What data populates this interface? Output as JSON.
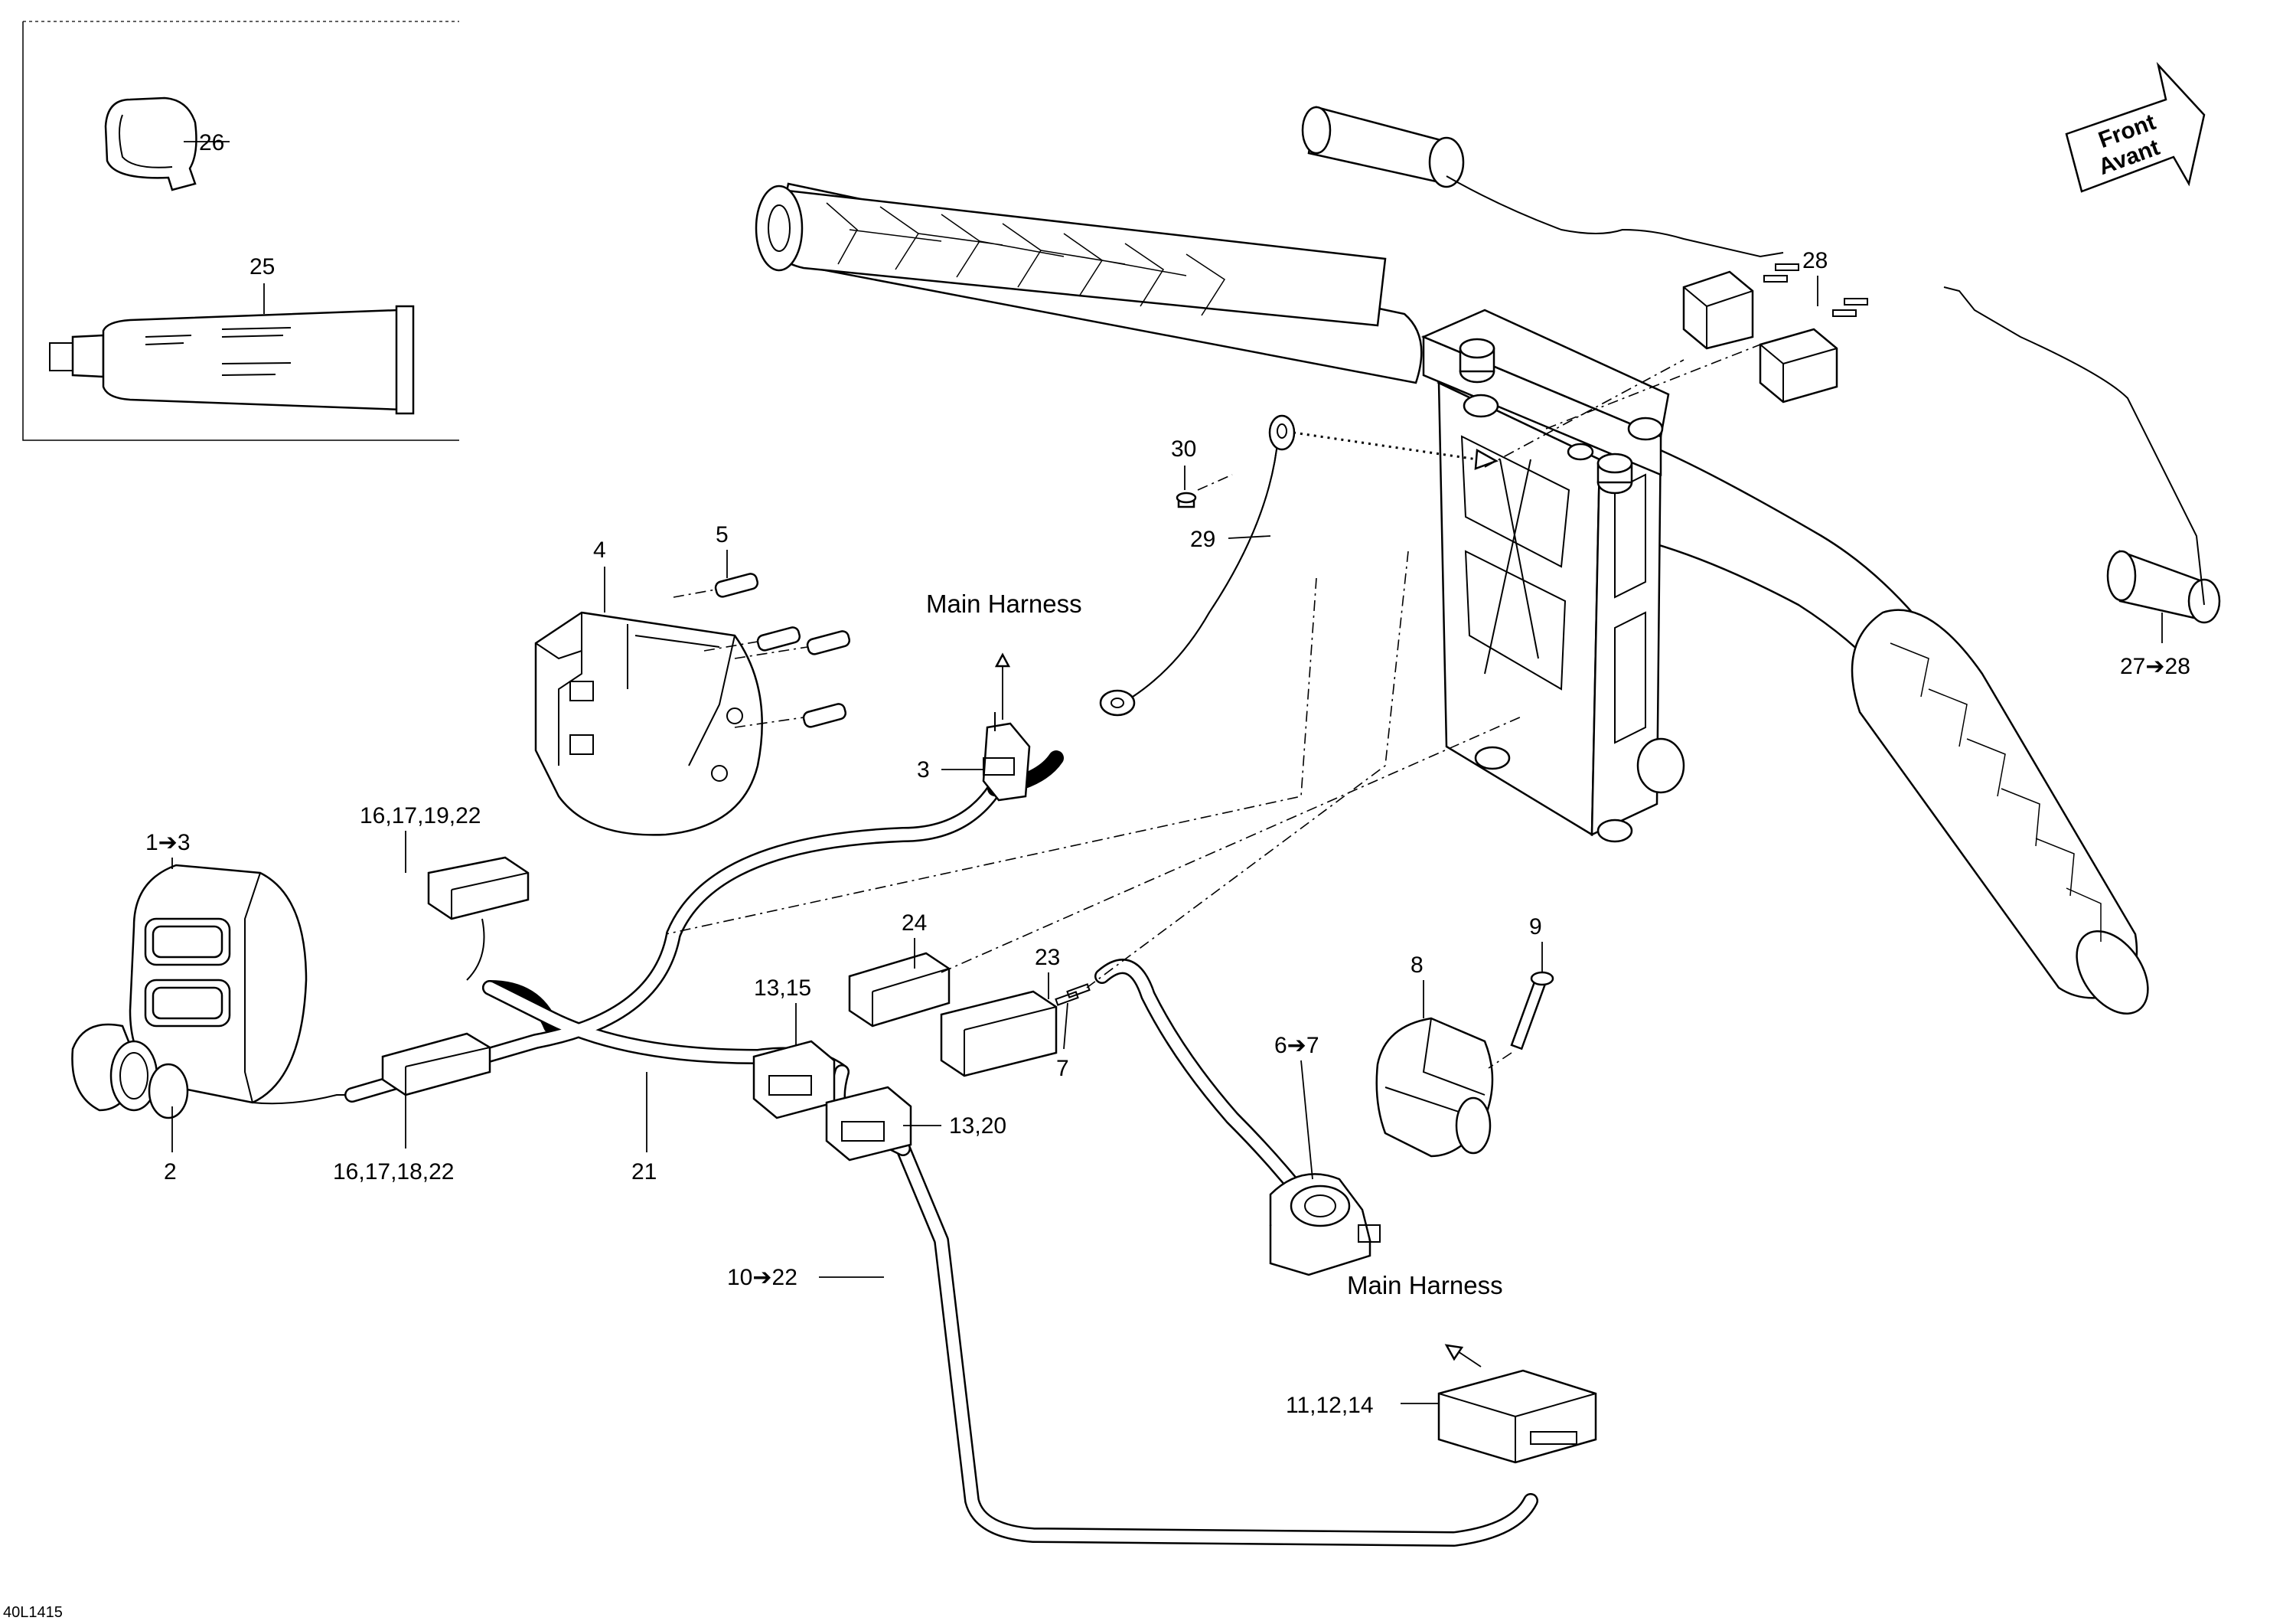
{
  "drawing_id": "40L1415",
  "headings": {
    "main_harness_top": "Main Harness",
    "main_harness_bottom": "Main Harness"
  },
  "direction_arrow": {
    "line1": "Front",
    "line2": "Avant"
  },
  "callouts": {
    "c26": "26",
    "c25": "25",
    "c30": "30",
    "c29": "29",
    "c28": "28",
    "c27_28": "27➔28",
    "c5": "5",
    "c4": "4",
    "c3": "3",
    "c1_3": "1➔3",
    "c2": "2",
    "c16_17_19_22": "16,17,19,22",
    "c16_17_18_22": "16,17,18,22",
    "c21": "21",
    "c24": "24",
    "c23": "23",
    "c7": "7",
    "c13_15": "13,15",
    "c13_20": "13,20",
    "c6_7": "6➔7",
    "c8": "8",
    "c9": "9",
    "c10_22": "10➔22",
    "c11_12_14": "11,12,14"
  },
  "colors": {
    "ink": "#000000",
    "paper": "#ffffff"
  }
}
